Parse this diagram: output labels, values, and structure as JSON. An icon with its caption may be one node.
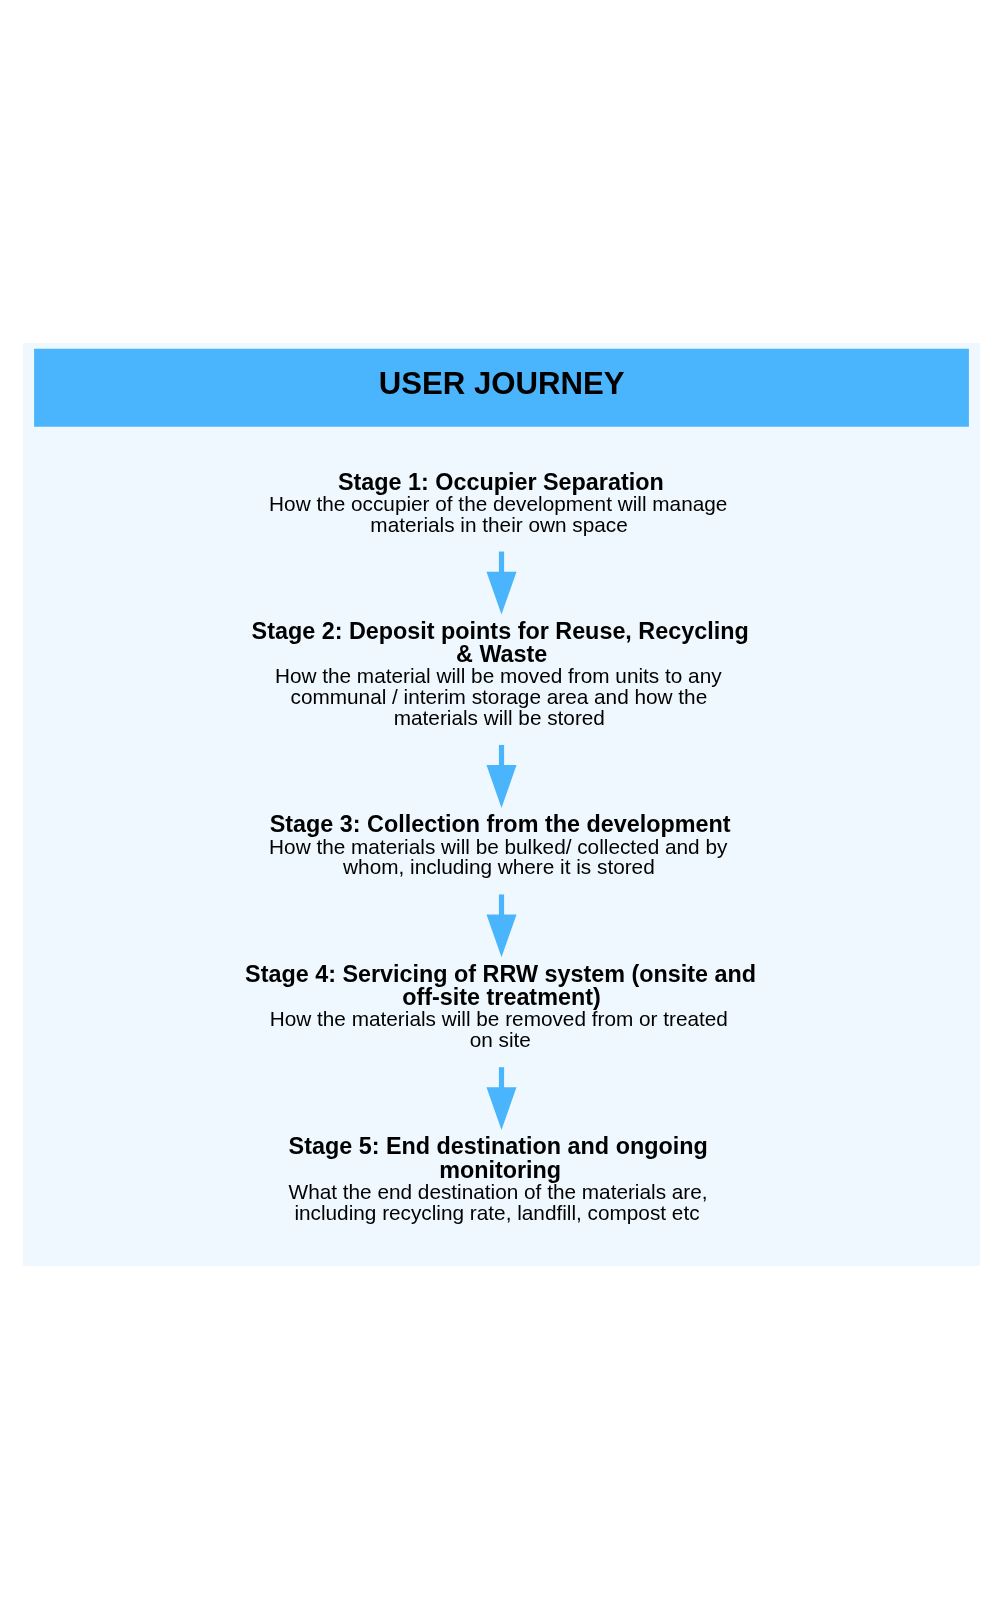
{
  "diagram": {
    "nodes": [
      {
        "text": [
          "USER JOURNEY"
        ]
      },
      {
        "text": [
          "Stage 1: Occupier Separation",
          "How the occupier of the development will manage materials in their own space"
        ],
        "in": 0
      },
      {
        "text": [
          "Stage 2: Deposit points for Reuse, Recycling & Waste",
          "How the material will be moved from units to any communal / interim storage area and how the materials will be stored"
        ],
        "in": 0
      },
      {
        "text": [
          "Stage 3: Collection from the development",
          "How the materials will be bulked/ collected and by whom, including where it is stored"
        ],
        "in": 0
      },
      {
        "text": [
          "Stage 4: Servicing of RRW system (onsite and off-site treatment)",
          "How the materials will be removed from or treated on site"
        ],
        "in": 0
      },
      {
        "text": [
          "Stage 5: End destination and ongoing monitoring",
          "What the end destination of the materials are, including recycling rate, landfill, compost etc"
        ],
        "in": 0
      }
    ],
    "edges": [
      {
        "from": 1,
        "to": 2,
        "arrow": "to"
      },
      {
        "from": 2,
        "to": 3,
        "arrow": "to"
      },
      {
        "from": 3,
        "to": 4,
        "arrow": "to"
      },
      {
        "from": 4,
        "to": 5,
        "arrow": "to"
      }
    ]
  }
}
